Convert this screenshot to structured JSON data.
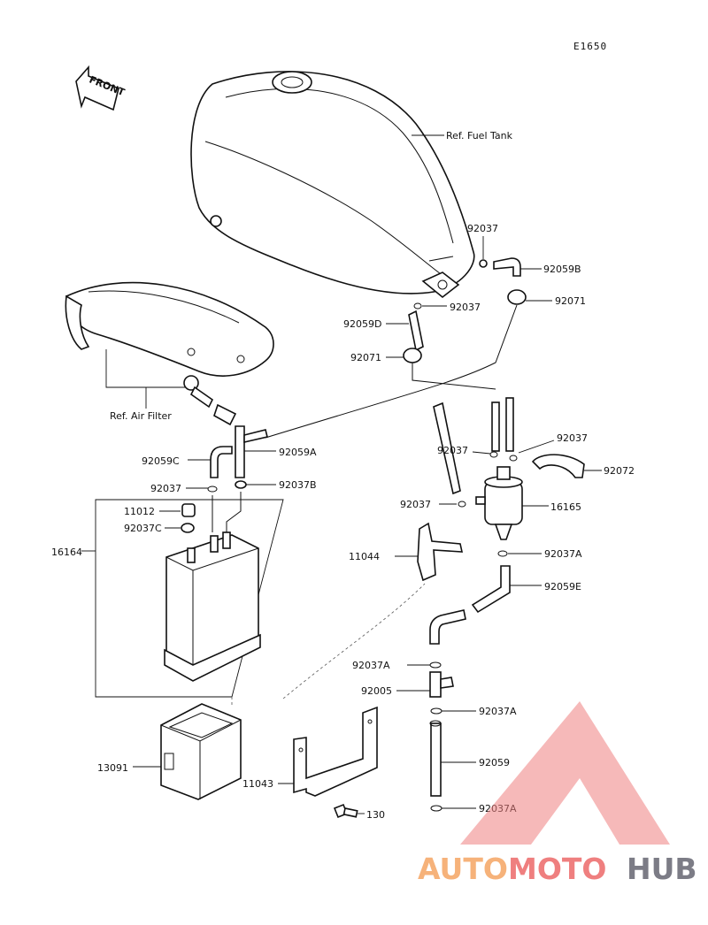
{
  "diagram_code": "E1650",
  "front_arrow_label": "FRONT",
  "refs": {
    "fuel_tank": "Ref. Fuel Tank",
    "air_filter": "Ref. Air Filter"
  },
  "labels": {
    "p92037_top": "92037",
    "p92059B": "92059B",
    "p92037_tank": "92037",
    "p92071_right": "92071",
    "p92059D": "92059D",
    "p92071_left": "92071",
    "p92037_mid1": "92037",
    "p92037_mid2": "92037",
    "p92072": "92072",
    "p92059C": "92059C",
    "p92059A": "92059A",
    "p92037_left": "92037",
    "p92037B": "92037B",
    "p92037_filter": "92037",
    "p16165": "16165",
    "p11012": "11012",
    "p92037C": "92037C",
    "p16164": "16164",
    "p11044": "11044",
    "p92037A_1": "92037A",
    "p92059E": "92059E",
    "p92037A_2": "92037A",
    "p92005": "92005",
    "p92037A_3": "92037A",
    "p13091": "13091",
    "p92059": "92059",
    "p11043": "11043",
    "p130": "130",
    "p92037A_4": "92037A"
  },
  "watermark": {
    "auto": "AUTO",
    "moto": "MOTO",
    "hub": "HUB",
    "colors": {
      "auto": "#f6b27a",
      "moto": "#ef7f7f",
      "hub": "#7c7c86",
      "triangle": "#ef7f7f"
    }
  }
}
